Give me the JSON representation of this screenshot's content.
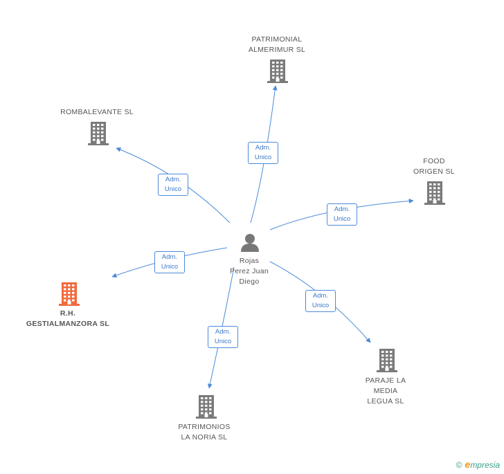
{
  "colors": {
    "edge": "#4a8ad8",
    "company": "#7a7a7a",
    "highlight": "#f26a3c",
    "person": "#777777"
  },
  "center": {
    "icon": "person-icon",
    "lines": [
      "Rojas",
      "Perez Juan",
      "Diego"
    ]
  },
  "companies": [
    {
      "id": "patrimonial",
      "lines": [
        "PATRIMONIAL",
        "ALMERIMUR SL"
      ],
      "highlight": false,
      "icon": "building-icon"
    },
    {
      "id": "rombalevante",
      "lines": [
        "ROMBALEVANTE SL"
      ],
      "highlight": false,
      "icon": "building-icon"
    },
    {
      "id": "food",
      "lines": [
        "FOOD",
        "ORIGEN SL"
      ],
      "highlight": false,
      "icon": "building-icon"
    },
    {
      "id": "rh",
      "lines": [
        "R.H.",
        "GESTIALMANZORA SL"
      ],
      "highlight": true,
      "icon": "building-icon"
    },
    {
      "id": "paraje",
      "lines": [
        "PARAJE LA",
        "MEDIA",
        "LEGUA SL"
      ],
      "highlight": false,
      "icon": "building-icon"
    },
    {
      "id": "patrimonios",
      "lines": [
        "PATRIMONIOS",
        "LA NORIA SL"
      ],
      "highlight": false,
      "icon": "building-icon"
    }
  ],
  "edges": [
    {
      "to": "patrimonial",
      "label": [
        "Adm.",
        "Unico"
      ]
    },
    {
      "to": "rombalevante",
      "label": [
        "Adm.",
        "Unico"
      ]
    },
    {
      "to": "food",
      "label": [
        "Adm.",
        "Unico"
      ]
    },
    {
      "to": "rh",
      "label": [
        "Adm.",
        "Unico"
      ]
    },
    {
      "to": "paraje",
      "label": [
        "Adm.",
        "Unico"
      ]
    },
    {
      "to": "patrimonios",
      "label": [
        "Adm.",
        "Unico"
      ]
    }
  ],
  "footer": {
    "copyright": "©",
    "brand_initial": "e",
    "brand_rest": "mpresia"
  }
}
